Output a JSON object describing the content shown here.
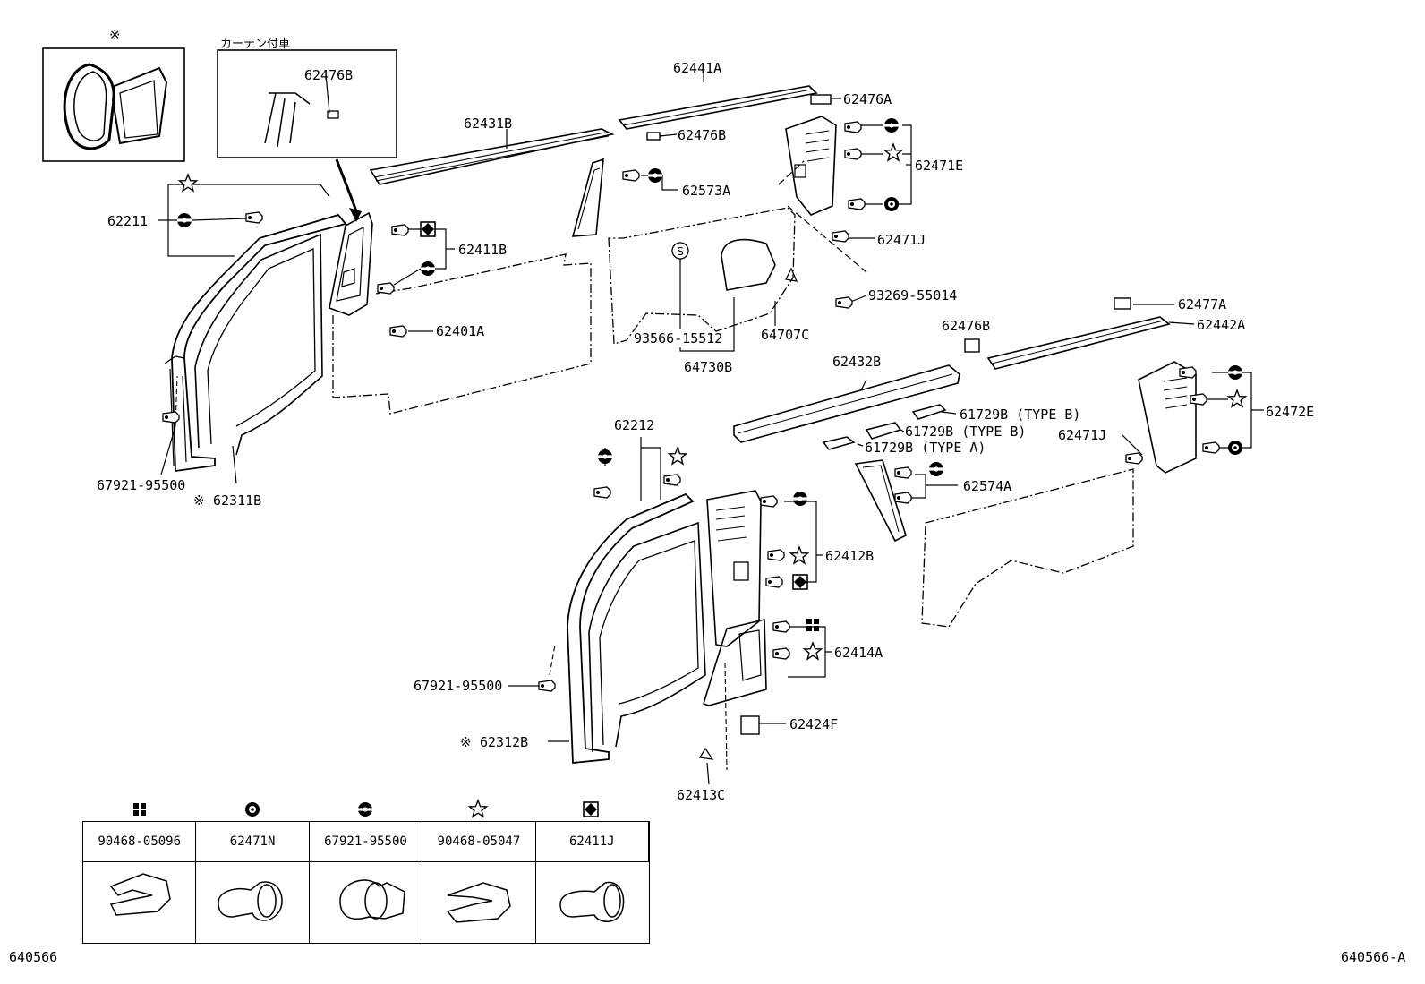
{
  "header": {
    "mark_left_box": "※",
    "curtain_box_title": "カーテン付車"
  },
  "callouts": {
    "p62476B_top": "62476B",
    "p62441A": "62441A",
    "p62476A": "62476A",
    "p62431B": "62431B",
    "p62476B_mid": "62476B",
    "p62471E": "62471E",
    "p62573A": "62573A",
    "p62211": "62211",
    "p62411B": "62411B",
    "p62471J_top": "62471J",
    "p93269": "93269-55014",
    "p62401A": "62401A",
    "p93566": "93566-15512",
    "p64707C": "64707C",
    "p64730B": "64730B",
    "p62477A": "62477A",
    "p62476B_right": "62476B",
    "p62442A": "62442A",
    "p62432B": "62432B",
    "p61729B_b1": "61729B (TYPE B)",
    "p61729B_b2": "61729B (TYPE B)",
    "p61729B_a": "61729B (TYPE A)",
    "p62472E": "62472E",
    "p62471J_right": "62471J",
    "p62212": "62212",
    "p62574A": "62574A",
    "p67921_left": "67921-95500",
    "p62311B": "62311B",
    "p62412B": "62412B",
    "p62414A": "62414A",
    "p67921_mid": "67921-95500",
    "p62312B": "62312B",
    "p62424F": "62424F",
    "p62413C": "62413C",
    "s_mark": "S",
    "ref_mark": "※"
  },
  "legend": {
    "columns": [
      {
        "symbol": "square-cluster-icon",
        "part": "90468-05096"
      },
      {
        "symbol": "double-ring-icon",
        "part": "62471N"
      },
      {
        "symbol": "split-circle-icon",
        "part": "67921-95500"
      },
      {
        "symbol": "star-icon",
        "part": "90468-05047"
      },
      {
        "symbol": "diamond-square-icon",
        "part": "62411J"
      }
    ]
  },
  "footer": {
    "left_code": "640566",
    "right_code": "640566-A"
  }
}
